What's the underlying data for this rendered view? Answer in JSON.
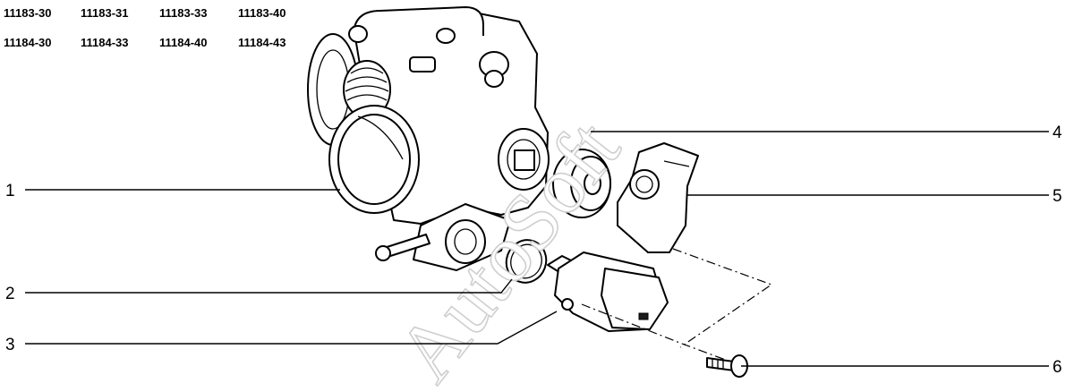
{
  "codes": {
    "row1": [
      "11183-30",
      "11183-31",
      "11183-33",
      "11183-40"
    ],
    "row2": [
      "11184-30",
      "11184-33",
      "11184-40",
      "11184-43"
    ]
  },
  "callouts": {
    "c1": "1",
    "c2": "2",
    "c3": "3",
    "c4": "4",
    "c5": "5",
    "c6": "6"
  },
  "watermark": "AutoSoft"
}
